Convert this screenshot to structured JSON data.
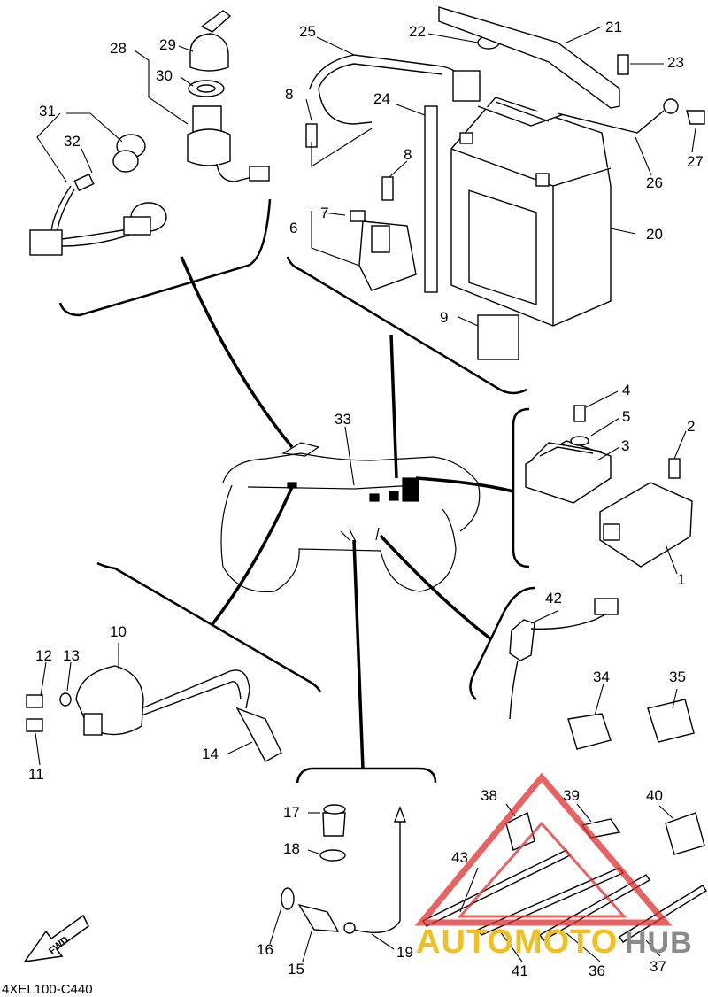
{
  "diagram_code": "4XEL100-C440",
  "fwd_label": "FWD",
  "watermark": {
    "part1": "AUTOMOTO",
    "part2": "HUB",
    "color1": "#f0c020",
    "color2": "#8a8a8a",
    "triangle_color": "#e03030"
  },
  "part_numbers": {
    "p1": "1",
    "p2": "2",
    "p3": "3",
    "p4": "4",
    "p5": "5",
    "p6": "6",
    "p7": "7",
    "p8a": "8",
    "p8b": "8",
    "p9": "9",
    "p10": "10",
    "p11": "11",
    "p12": "12",
    "p13": "13",
    "p14": "14",
    "p15": "15",
    "p16": "16",
    "p17": "17",
    "p18": "18",
    "p19": "19",
    "p20": "20",
    "p21": "21",
    "p22": "22",
    "p23": "23",
    "p24": "24",
    "p25": "25",
    "p26": "26",
    "p27": "27",
    "p28": "28",
    "p29": "29",
    "p30": "30",
    "p31": "31",
    "p32": "32",
    "p33": "33",
    "p34": "34",
    "p35": "35",
    "p36": "36",
    "p37": "37",
    "p38": "38",
    "p39": "39",
    "p40": "40",
    "p41": "41",
    "p42": "42",
    "p43": "43"
  }
}
